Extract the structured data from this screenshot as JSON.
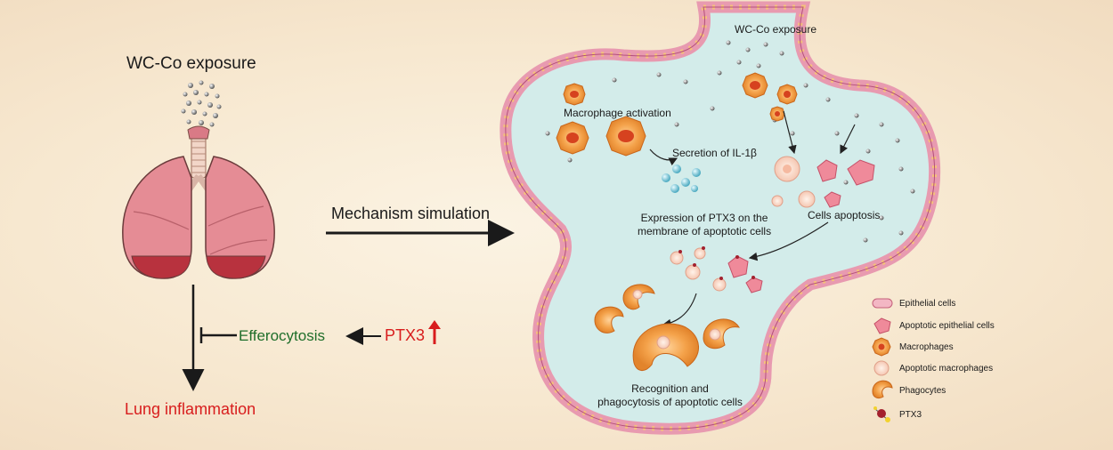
{
  "left": {
    "exposure_title": "WC-Co exposure",
    "efferocytosis": "Efferocytosis",
    "ptx3": "PTX3",
    "lung_inflammation": "Lung inflammation"
  },
  "arrow_label": "Mechanism simulation",
  "panel": {
    "exposure": "WC-Co exposure",
    "macrophage_activation": "Macrophage activation",
    "secretion": "Secretion of IL-1β",
    "expression_line1": "Expression of PTX3 on the",
    "expression_line2": "membrane of apoptotic cells",
    "cells_apoptosis": "Cells apoptosis",
    "recognition_line1": "Recognition and",
    "recognition_line2": "phagocytosis of  apoptotic cells"
  },
  "legend": [
    {
      "label": "Epithelial cells",
      "icon": "epithelial-cell-icon"
    },
    {
      "label": "Apoptotic epithelial cells",
      "icon": "apoptotic-epithelial-cell-icon"
    },
    {
      "label": "Macrophages",
      "icon": "macrophage-icon"
    },
    {
      "label": "Apoptotic macrophages",
      "icon": "apoptotic-macrophage-icon"
    },
    {
      "label": "Phagocytes",
      "icon": "phagocyte-icon"
    },
    {
      "label": "PTX3",
      "icon": "ptx3-icon"
    }
  ],
  "colors": {
    "background": "#f7e8d0",
    "alveolus_fill": "#d3ecea",
    "epithelium": "#e89ab0",
    "macrophage": "#f4a24a",
    "lung": "#e58c95",
    "green_text": "#1f6e2a",
    "red_text": "#d81d1d"
  }
}
